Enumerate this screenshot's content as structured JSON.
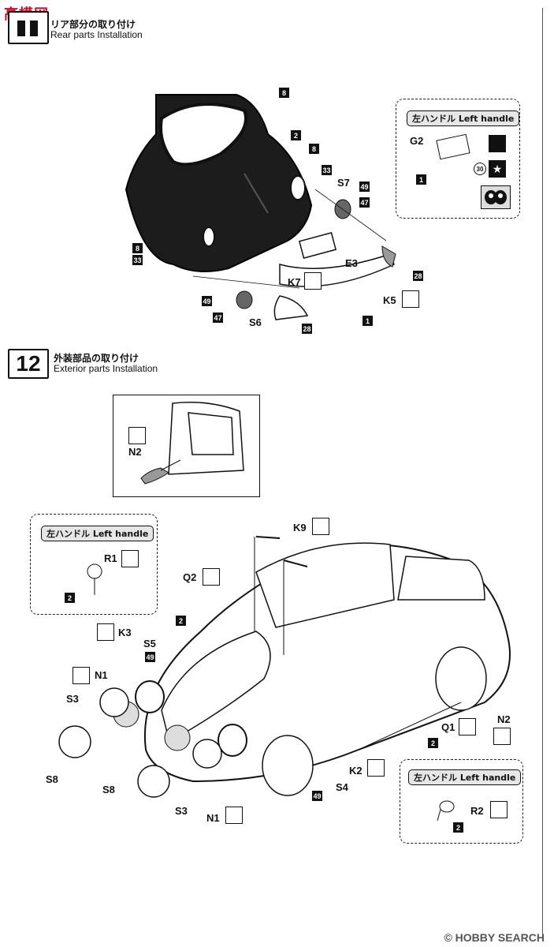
{
  "watermark": {
    "top_left": "高模网",
    "bottom_right": "© HOBBY SEARCH"
  },
  "step11": {
    "title_jp": "リア部分の取り付け",
    "title_en": "Rear parts Installation",
    "callouts": {
      "c8a": "8",
      "c2": "2",
      "c8b": "8",
      "c33a": "33",
      "c8c": "8",
      "c33b": "33",
      "S7": "S7",
      "c49a": "49",
      "c47a": "47",
      "E3": "E3",
      "K7": "K7",
      "K5": "K5",
      "c28a": "28",
      "c1a": "1",
      "c49b": "49",
      "c47b": "47",
      "S6": "S6",
      "c28b": "28"
    },
    "inset": {
      "label": "左ハンドル Left handle",
      "G2": "G2",
      "c1": "1",
      "c30": "30",
      "star": "★"
    }
  },
  "step12": {
    "number": "12",
    "title_jp": "外装部品の取り付け",
    "title_en": "Exterior parts Installation",
    "detail": {
      "N2": "N2"
    },
    "left_inset": {
      "label": "左ハンドル Left handle",
      "R1": "R1",
      "c2": "2"
    },
    "right_inset": {
      "label": "左ハンドル Left handle",
      "R2": "R2",
      "c2": "2"
    },
    "callouts": {
      "K9": "K9",
      "Q2": "Q2",
      "c2a": "2",
      "K3": "K3",
      "S5": "S5",
      "c49a": "49",
      "N1a": "N1",
      "S3a": "S3",
      "S8a": "S8",
      "S8b": "S8",
      "S3b": "S3",
      "N1b": "N1",
      "N2": "N2",
      "Q1": "Q1",
      "c2b": "2",
      "K2": "K2",
      "S4": "S4",
      "c49b": "49"
    }
  }
}
